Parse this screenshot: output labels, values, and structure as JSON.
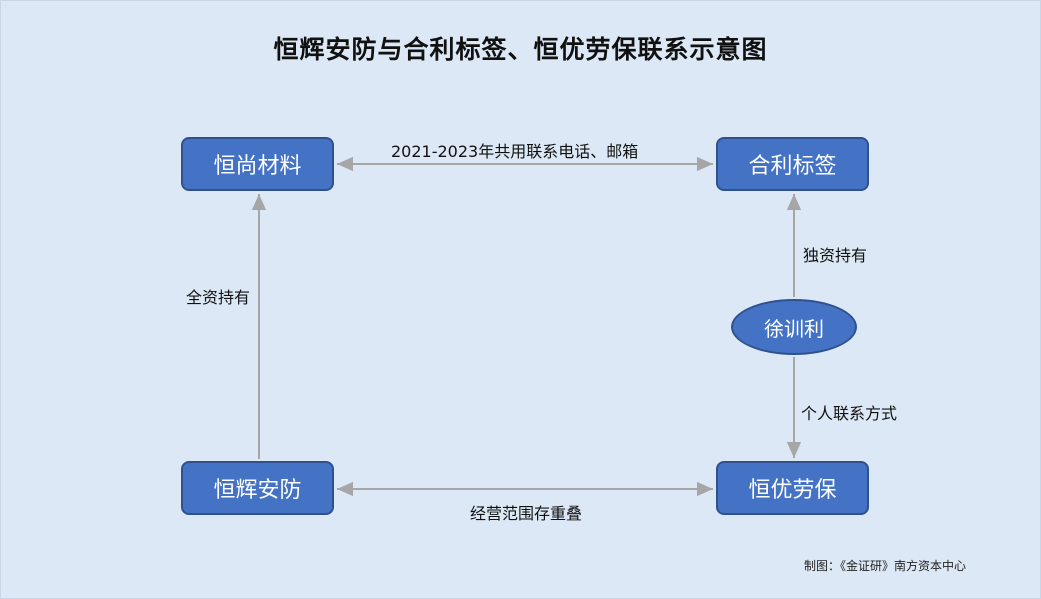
{
  "title": "恒辉安防与合利标签、恒优劳保联系示意图",
  "nodes": {
    "hengshang": "恒尚材料",
    "heli": "合利标签",
    "henghui": "恒辉安防",
    "hengyou": "恒优劳保",
    "xu": "徐训利"
  },
  "edges": {
    "hengshang_heli": "2021-2023年共用联系电话、邮箱",
    "henghui_hengyou": "经营范围存重叠",
    "henghui_hengshang": "全资持有",
    "xu_heli": "独资持有",
    "xu_hengyou": "个人联系方式"
  },
  "footer": "制图：《金证研》南方资本中心",
  "colors": {
    "background": "#dce8f5",
    "node_fill": "#4472c4",
    "node_border": "#2f528f",
    "arrow": "#a6a6a6"
  }
}
